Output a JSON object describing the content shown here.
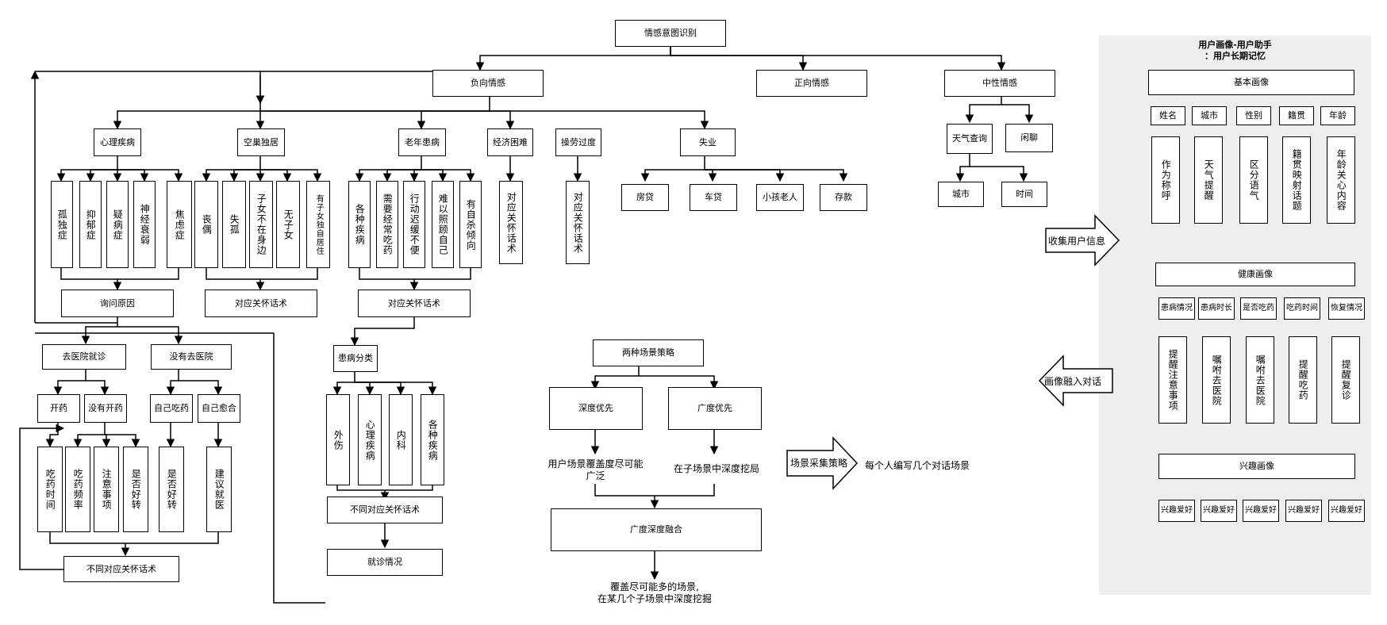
{
  "root": "情感意图识别",
  "branches": {
    "negative": "负向情感",
    "positive": "正向情感",
    "neutral": "中性情感"
  },
  "neutral": {
    "weather": "天气查询",
    "chat": "闲聊",
    "city": "城市",
    "time": "时间"
  },
  "negative_groups": {
    "psych": "心理疾病",
    "empty_nest": "空巢独居",
    "elderly_illness": "老年患病",
    "economic": "经济困难",
    "overwork": "操劳过度",
    "unemployed": "失业"
  },
  "psych_items": [
    "孤独症",
    "抑郁症",
    "疑病症",
    "神经衰弱",
    "焦虑症"
  ],
  "empty_nest_items": [
    "丧偶",
    "失孤",
    "子女不在身边",
    "无子女",
    "有子女独自居住"
  ],
  "illness_items": [
    "各种疾病",
    "需要经常吃药",
    "行动迟缓不便",
    "难以照顾自己",
    "有自杀倾向"
  ],
  "economic_item": "对应关怀话术",
  "overwork_item": "对应关怀话术",
  "unemployed_items": [
    "房贷",
    "车贷",
    "小孩老人",
    "存款"
  ],
  "ask_reason": "询问原因",
  "care_talk_1": "对应关怀话术",
  "care_talk_2": "对应关怀话术",
  "hospital": {
    "went": "去医院就诊",
    "not_went": "没有去医院",
    "prescribed": "开药",
    "not_prescribed": "没有开药",
    "self_medicate": "自己吃药",
    "self_heal": "自己愈合",
    "detail_items": [
      "吃药时间",
      "吃药频率",
      "注意事项",
      "是否好转",
      "是否好转",
      "建议就医"
    ],
    "different_care": "不同对应关怀话术"
  },
  "disease_class": {
    "title": "患病分类",
    "items": [
      "外伤",
      "心理疾病",
      "内科",
      "各种疾病"
    ],
    "different_care": "不同对应关怀话术",
    "visit_status": "就诊情况"
  },
  "strategy": {
    "title": "两种场景策略",
    "depth": "深度优先",
    "breadth": "广度优先",
    "breadth_desc": "用户场景覆盖度尽可能广泛",
    "depth_desc": "在子场景中深度挖局",
    "fusion": "广度深度融合",
    "conclusion": "覆盖尽可能多的场景,\n在某几个子场景中深度挖掘",
    "collect_arrow": "场景采集策略",
    "collect_text": "每个人编写几个对话场景"
  },
  "side_arrows": {
    "collect": "收集用户信息",
    "merge": "画像融入对话"
  },
  "profile": {
    "title": "用户画像-用户助手\n：用户长期记忆",
    "basic": {
      "title": "基本画像",
      "fields": [
        "姓名",
        "城市",
        "性别",
        "籍贯",
        "年龄"
      ],
      "uses": [
        "作为称呼",
        "天气提醒",
        "区分语气",
        "籍贯映射话题",
        "年龄关心内容"
      ]
    },
    "health": {
      "title": "健康画像",
      "fields": [
        "患病情况",
        "患病时长",
        "是否吃药",
        "吃药时间",
        "恢复情况"
      ],
      "uses": [
        "提醒注意事项",
        "嘱咐去医院",
        "嘱咐去医院",
        "提醒吃药",
        "提醒复诊"
      ]
    },
    "interest": {
      "title": "兴趣画像",
      "fields": [
        "兴趣爱好",
        "兴趣爱好",
        "兴趣爱好",
        "兴趣爱好",
        "兴趣爱好"
      ]
    }
  }
}
